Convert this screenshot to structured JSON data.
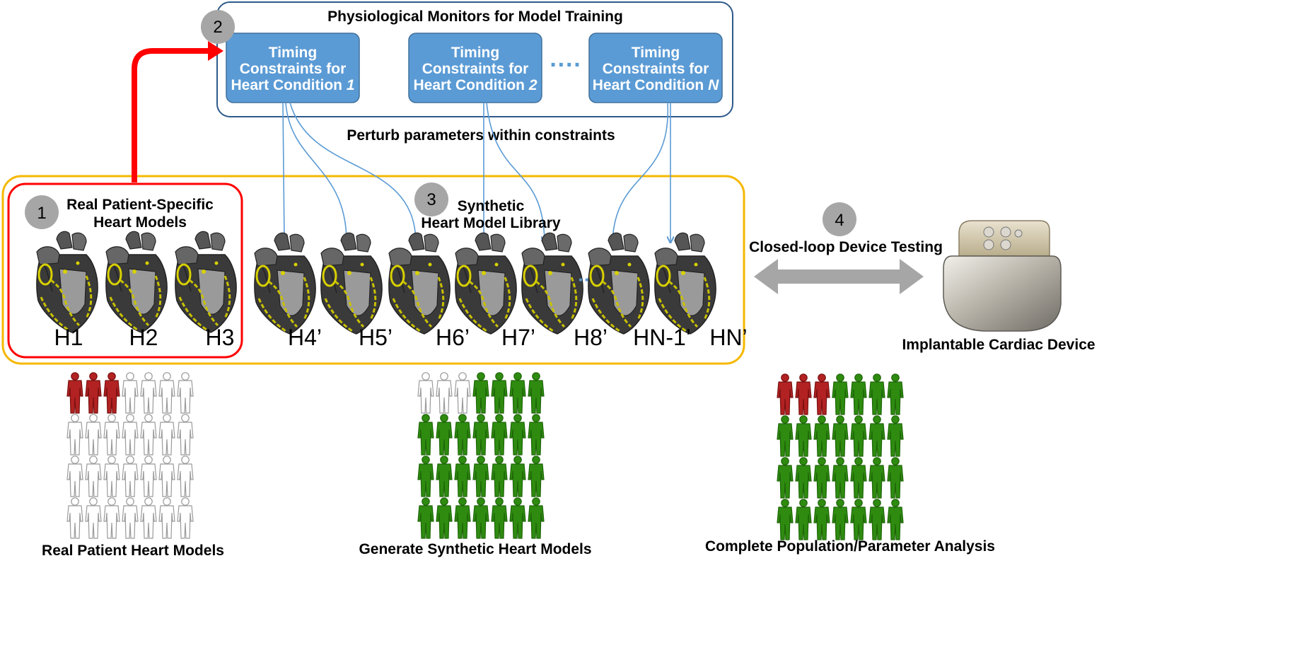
{
  "monitors": {
    "title": "Physiological Monitors for Model Training",
    "boxes": [
      {
        "line1": "Timing",
        "line2": "Constraints for",
        "line3_prefix": "Heart Condition ",
        "line3_italic": "1"
      },
      {
        "line1": "Timing",
        "line2": "Constraints for",
        "line3_prefix": "Heart Condition ",
        "line3_italic": "2"
      },
      {
        "line1": "Timing",
        "line2": "Constraints for",
        "line3_prefix": "Heart Condition ",
        "line3_italic": "N"
      }
    ],
    "ellipsis": "····"
  },
  "perturb_text": "Perturb parameters within constraints",
  "steps": [
    "1",
    "2",
    "3",
    "4"
  ],
  "real_models": {
    "line1": "Real Patient-Specific",
    "line2": "Heart Models"
  },
  "synthetic_library": {
    "line1": "Synthetic",
    "line2": "Heart Model Library"
  },
  "heart_labels": [
    "H1",
    "H2",
    "H3",
    "H4’",
    "H5’",
    "H6’",
    "H7’",
    "H8’",
    "HN-1’",
    "HN’"
  ],
  "small_ellipsis": "··",
  "device_testing": "Closed-loop Device Testing",
  "device_label": "Implantable Cardiac Device",
  "populations": [
    {
      "caption": "Real Patient Heart Models",
      "red": 3,
      "green": 0,
      "total": 28
    },
    {
      "caption": "Generate Synthetic Heart Models",
      "red": 0,
      "green": 25,
      "total": 28,
      "outline_first": 3
    },
    {
      "caption": "Complete Population/Parameter Analysis",
      "red": 3,
      "green": 25,
      "total": 28
    }
  ],
  "colors": {
    "box_blue": "#5b9bd5",
    "frame_blue": "#2e5a8a",
    "arrow_blue": "#5b9bd5",
    "red": "#ff0000",
    "orange": "#f5b800",
    "grey_circle": "#a6a6a6",
    "person_red": "#b22222",
    "person_green": "#2e8b10"
  }
}
